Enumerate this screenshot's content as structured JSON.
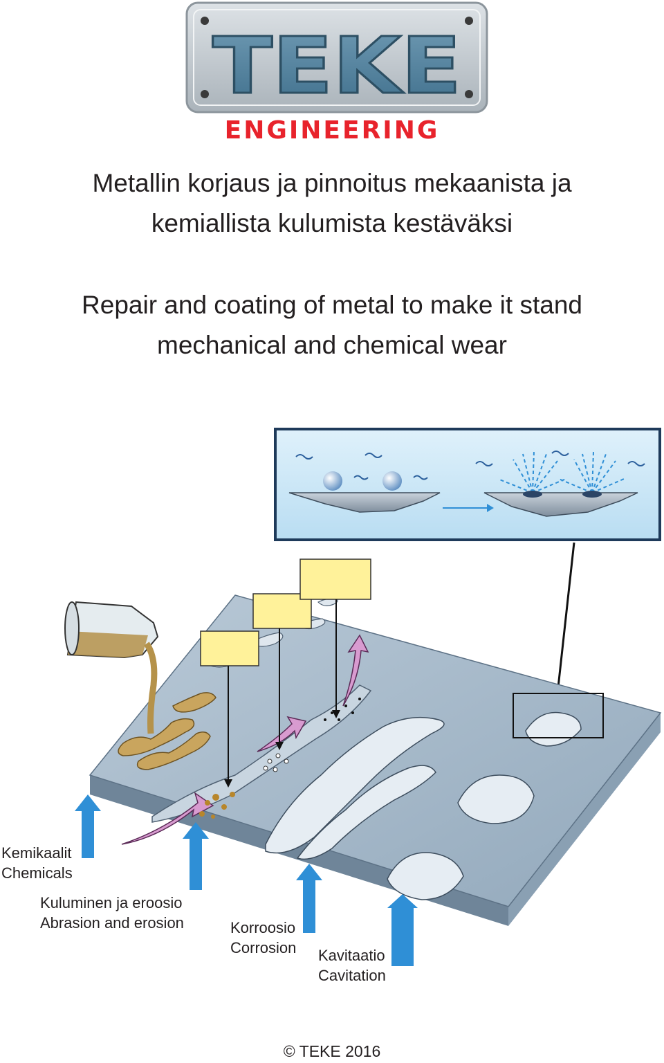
{
  "logo": {
    "brand_text": "TEKE",
    "plate_color": "#c7ced4",
    "letter_color": "#5b8aa6"
  },
  "engineering": {
    "text": "ENGINEERING",
    "color": "#e8232c"
  },
  "title_fi": [
    "Metallin korjaus ja pinnoitus mekaanista ja",
    "kemiallista kulumista kestäväksi"
  ],
  "title_en": [
    "Repair and coating of metal to make it stand",
    "mechanical and chemical wear"
  ],
  "labels": {
    "chemicals": [
      "Kemikaalit",
      "Chemicals"
    ],
    "abrasion": [
      "Kuluminen ja eroosio",
      "Abrasion and erosion"
    ],
    "corrosion": [
      "Korroosio",
      "Corrosion"
    ],
    "cavitation": [
      "Kavitaatio",
      "Cavitation"
    ]
  },
  "copyright": "© TEKE 2016",
  "colors": {
    "plate": "#a9bccd",
    "plate_edge": "#7d93a8",
    "arrow_blue": "#2f8fd6",
    "callout_yellow": "#fff29a",
    "liquid": "#b5924a",
    "erosion_arrow": "#d89bd0",
    "inset_bg": "#cfe8f7",
    "inset_border": "#1e3a5a"
  },
  "icons": [
    "beaker-icon",
    "up-arrow-icon",
    "flow-arrow-icon",
    "bubble-icon"
  ]
}
